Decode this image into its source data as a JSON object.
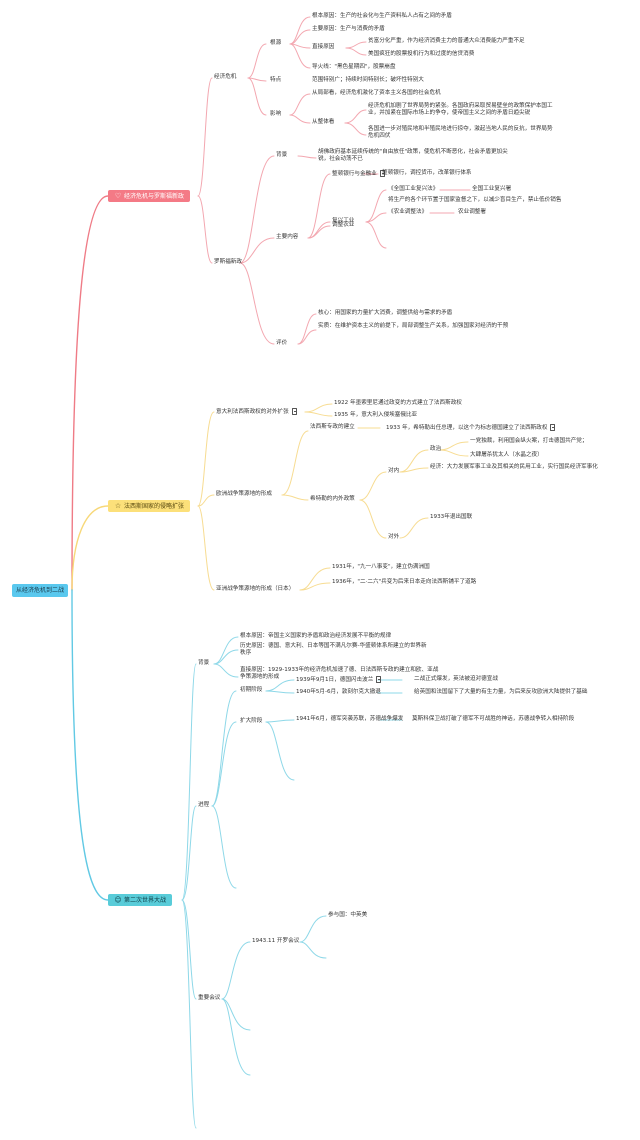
{
  "root": "从经济危机到二战",
  "sections": [
    {
      "label": "经济危机与罗斯福新政",
      "icon": "♡",
      "icon_name": "heart-icon",
      "fill": "#f47a86",
      "text_color": "#ffffff"
    },
    {
      "label": "法西斯国家的侵略扩张",
      "icon": "☆",
      "icon_name": "star-icon",
      "fill": "#fce07a",
      "text_color": "#5a4a10"
    },
    {
      "label": "第二次世界大战",
      "icon": "☺",
      "icon_name": "smiley-icon",
      "fill": "#59ccd9",
      "text_color": "#0d3b44"
    }
  ],
  "s1": {
    "crisis": "经济危机",
    "cause": "根源",
    "cause_root": "根本原因：生产的社会化与生产资料私人占有之间的矛盾",
    "cause_main": "主要原因：生产与消费的矛盾",
    "cause_direct": "直接原因",
    "direct_1": "贫富分化严重，作为经济消费主力的普通大众消费能力严重不足",
    "direct_2": "美国疯狂的股票投机行为和过度的信贷消费",
    "fuse": "导火线：\"黑色星期四\"，股票崩盘",
    "feature": "特点",
    "feature_text": "范围特别广；持续时间特别长；破坏性特别大",
    "impact": "影响",
    "impact_local": "从局部看，经济危机激化了资本主义各国的社会危机",
    "impact_whole": "从整体看",
    "whole_1": "经济危机加剧了世界局势的紧张。各国政府采取贸易壁垒的政策保护本国工业，并加紧在国际市场上的争夺，使帝国主义之间的矛盾日趋尖锐",
    "whole_2": "各国进一步对殖民地和半殖民地进行掠夺，激起当地人民的反抗，世界局势危机四伏",
    "newdeal": "罗斯福新政",
    "bg": "背景",
    "bg_text": "胡佛政府基本延续传统的\"自由放任\"政策，使危机不断恶化，社会矛盾更加尖锐，社会动荡不已",
    "content": "主要内容",
    "bank": "整顿银行与金融业",
    "bank_detail": "整顿银行，调控货币，改革银行体系",
    "industry": "复兴工业",
    "nira": "《全国工业复兴法》",
    "nira_detail": "全国工业复兴署",
    "industry_detail": "将生产的各个环节置于国家监督之下，以减少盲目生产，禁止低价销售",
    "agri": "调整农业",
    "aaa": "《农业调整法》",
    "aaa_detail": "农业调整署",
    "eval": "评价",
    "eval_core": "核心：用国家的力量扩大消费，调整供给与需求的矛盾",
    "eval_essence": "实质：在维护资本主义的前提下，局部调整生产关系，加强国家对经济的干预"
  },
  "s2": {
    "italy": "意大利法西斯政权的对外扩张",
    "italy_1": "1922 年墨索里尼通过政变的方式建立了法西斯政权",
    "italy_2": "1935 年，意大利入侵埃塞俄比亚",
    "europe": "欧洲战争策源地的形成",
    "nazi_est": "法西斯专政的建立",
    "nazi_est_detail": "1933 年，希特勒出任总理，以这个为标志德国建立了法西斯政权",
    "hitler": "希特勒的内外政策",
    "internal": "对内",
    "politics": "政治",
    "politics_1": "一党独裁，利用国会纵火案，打击德国共产党；",
    "politics_2": "大肆屠杀犹太人（水晶之夜）",
    "economy": "经济：大力发展军事工业及其相关的民用工业，实行国民经济军事化",
    "external": "对外",
    "external_1": "1933年退出国联",
    "asia": "亚洲战争策源地的形成（日本）",
    "asia_1": "1931年，\"九一八事变\"，建立伪满洲国",
    "asia_2": "1936年，\"二·二六\"兵变为后来日本走向法西斯铺平了道路"
  },
  "s3": {
    "bg": "背景",
    "bg_root": "根本原因：帝国主义国家的矛盾和政治经济发展不平衡的规律",
    "bg_hist": "历史原因：德国、意大利、日本等国不满凡尔赛-华盛顿体系所建立的世界新秩序",
    "bg_direct": "直接原因：1929-1933年的经济危机加速了德、日法西斯专政的建立和欧、亚战争策源地的形成",
    "process": "进程",
    "early": "初期阶段",
    "early_1": "1939年9月1日，德国闪击波兰",
    "early_1b": "二战正式爆发，英法被迫对德宣战",
    "early_2": "1940年5月-6月，敦刻尔克大撤退",
    "early_2b": "给英国和法国留下了大量的有生力量，为后来反攻欧洲大陆提供了基础",
    "expand": "扩大阶段",
    "expand_1": "1941年6月，德军突袭苏联，苏德战争爆发",
    "expand_1b": "莫斯科保卫战打破了德军不可战胜的神话，苏德战争转入相持阶段",
    "meetings": "重要会议",
    "cairo": "1943.11 开罗会议",
    "cairo_1": "参与国：中英美"
  }
}
